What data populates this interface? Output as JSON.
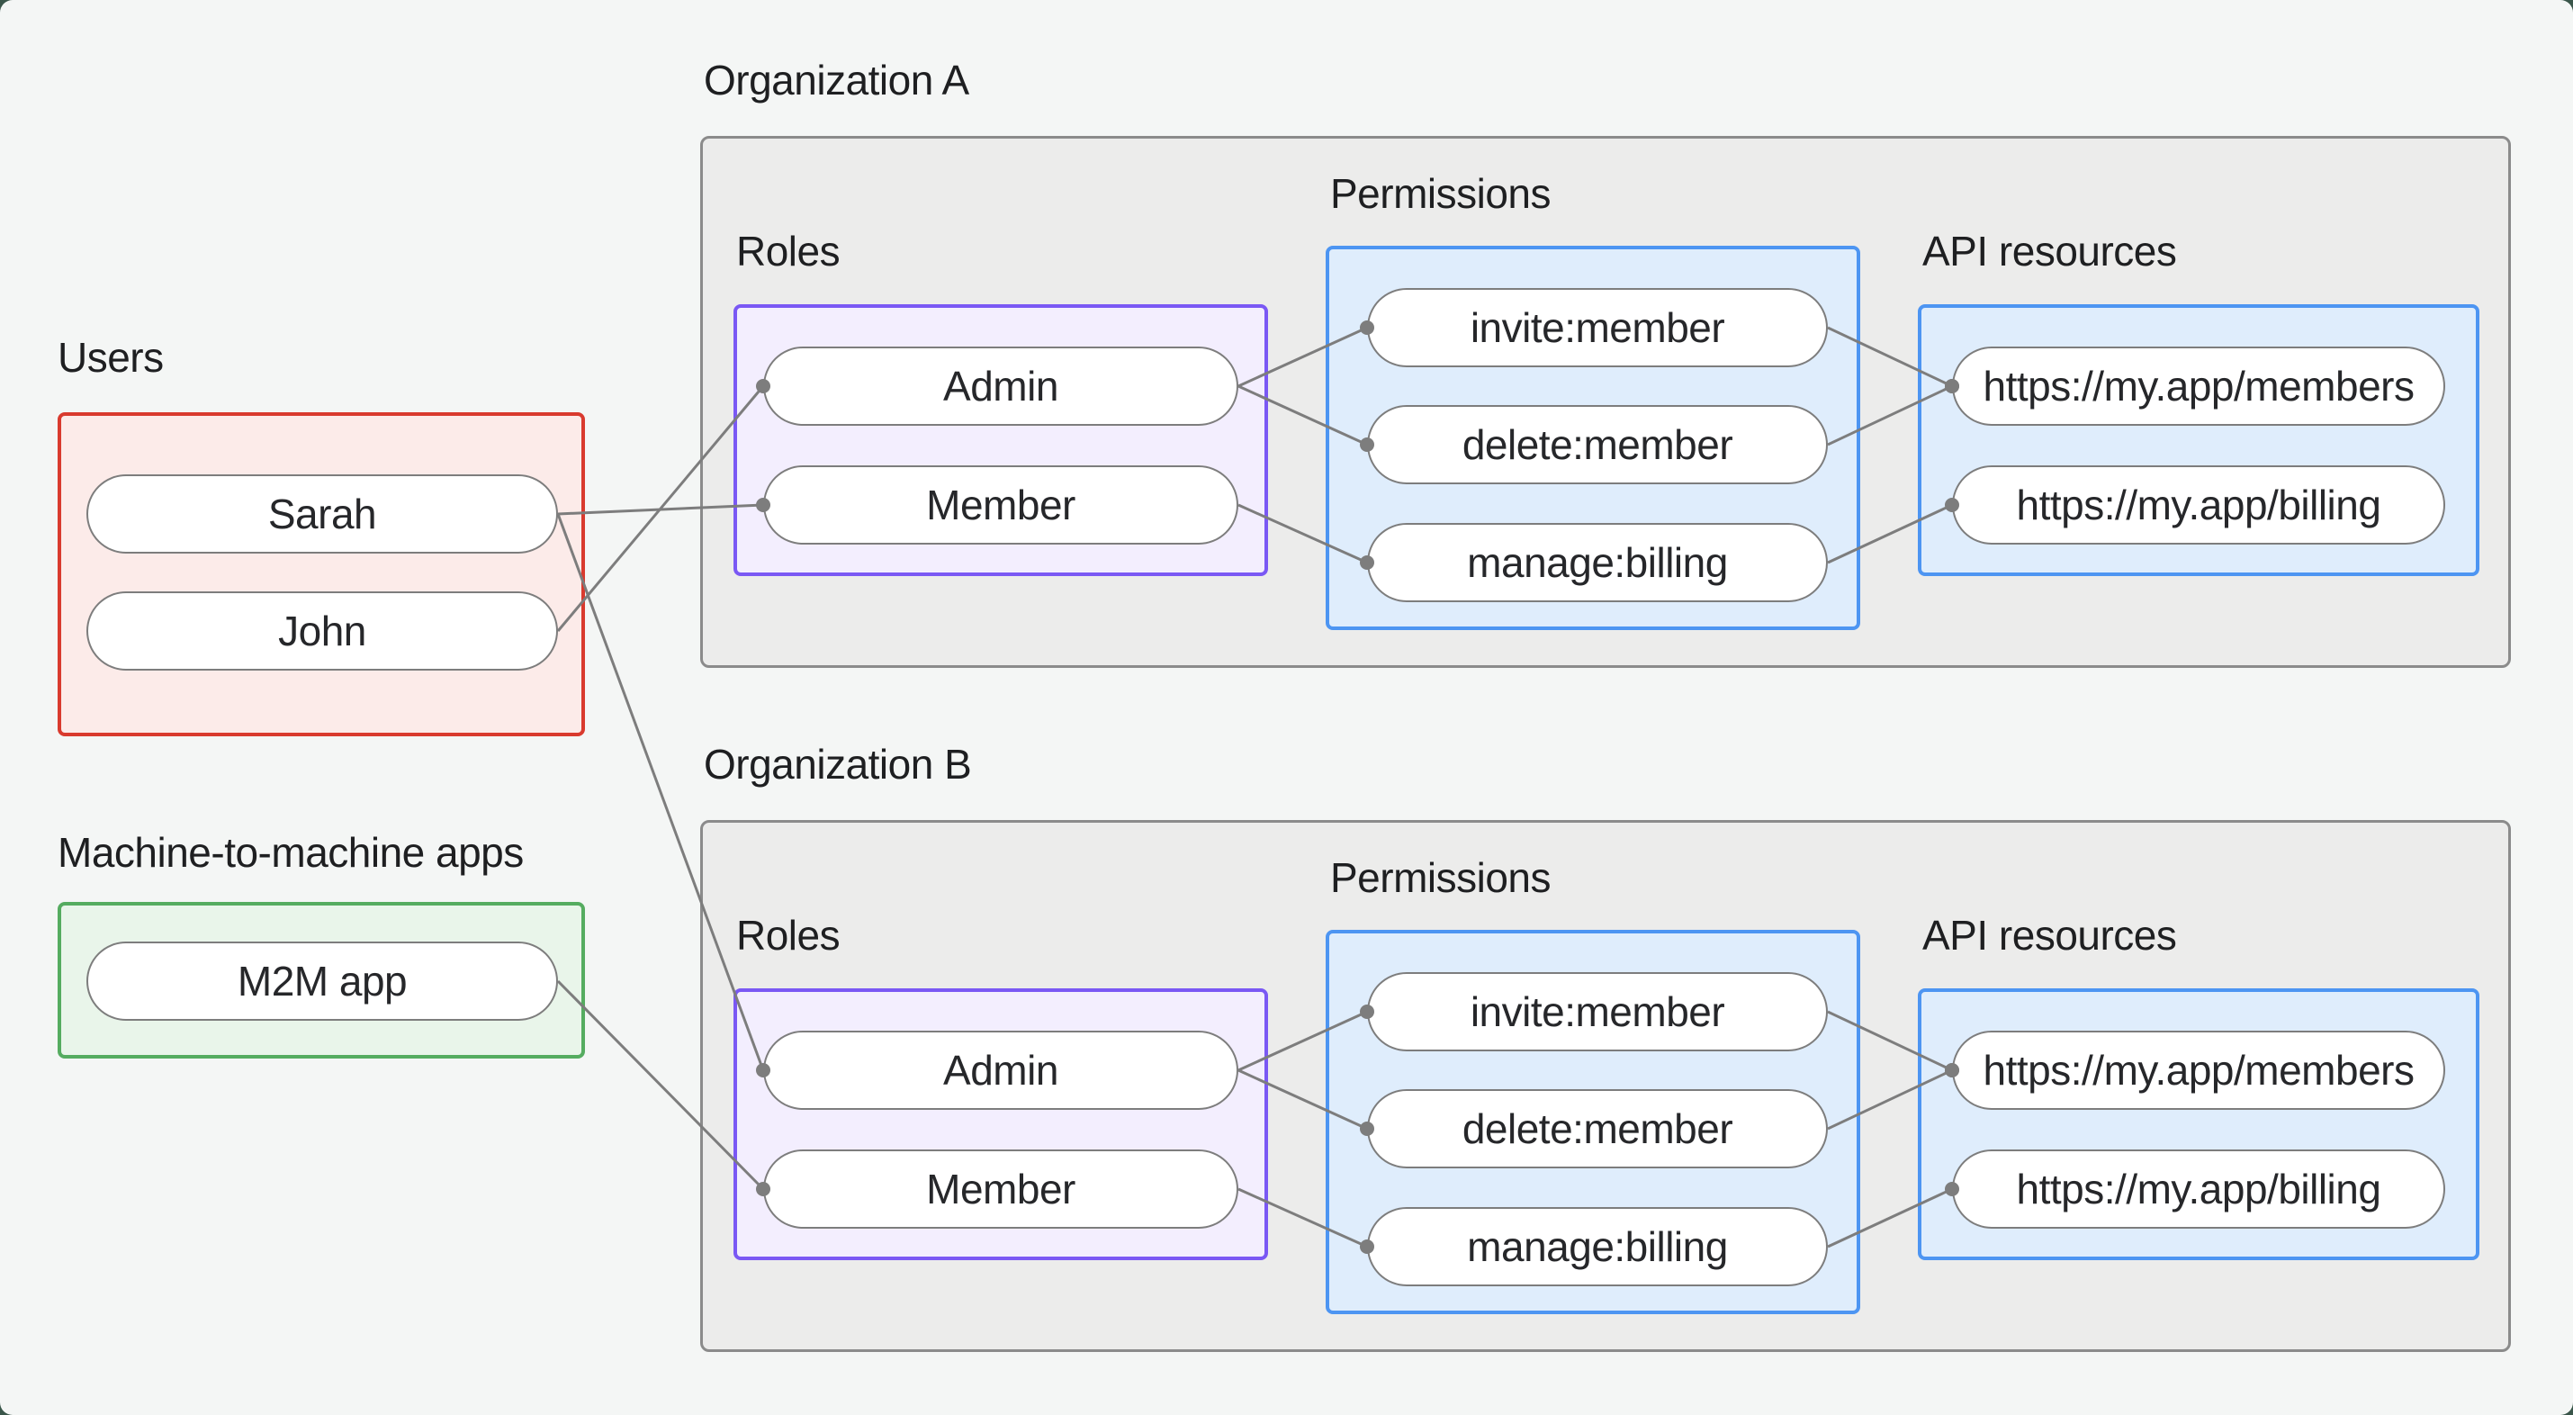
{
  "groups": {
    "users": {
      "label": "Users"
    },
    "m2m": {
      "label": "Machine-to-machine apps"
    },
    "org_a": {
      "label": "Organization A",
      "roles_label": "Roles",
      "permissions_label": "Permissions",
      "api_label": "API resources"
    },
    "org_b": {
      "label": "Organization B",
      "roles_label": "Roles",
      "permissions_label": "Permissions",
      "api_label": "API resources"
    }
  },
  "nodes": {
    "sarah": "Sarah",
    "john": "John",
    "m2m_app": "M2M app",
    "admin_a": "Admin",
    "member_a": "Member",
    "invite_a": "invite:member",
    "delete_a": "delete:member",
    "manage_a": "manage:billing",
    "members_api_a": "https://my.app/members",
    "billing_api_a": "https://my.app/billing",
    "admin_b": "Admin",
    "member_b": "Member",
    "invite_b": "invite:member",
    "delete_b": "delete:member",
    "manage_b": "manage:billing",
    "members_api_b": "https://my.app/members",
    "billing_api_b": "https://my.app/billing"
  },
  "edges": [
    {
      "from": "sarah",
      "to": "member_a"
    },
    {
      "from": "john",
      "to": "admin_a"
    },
    {
      "from": "sarah",
      "to": "admin_b"
    },
    {
      "from": "m2m_app",
      "to": "member_b"
    },
    {
      "from": "admin_a",
      "to": "invite_a"
    },
    {
      "from": "admin_a",
      "to": "delete_a"
    },
    {
      "from": "member_a",
      "to": "manage_a"
    },
    {
      "from": "invite_a",
      "to": "members_api_a"
    },
    {
      "from": "delete_a",
      "to": "members_api_a"
    },
    {
      "from": "manage_a",
      "to": "billing_api_a"
    },
    {
      "from": "admin_b",
      "to": "invite_b"
    },
    {
      "from": "admin_b",
      "to": "delete_b"
    },
    {
      "from": "member_b",
      "to": "manage_b"
    },
    {
      "from": "invite_b",
      "to": "members_api_b"
    },
    {
      "from": "delete_b",
      "to": "members_api_b"
    },
    {
      "from": "manage_b",
      "to": "billing_api_b"
    }
  ],
  "colors": {
    "canvas_background": "#f4f6f5",
    "frame_background": "#3a564a",
    "organization_fill": "#ececeb",
    "organization_border": "#8b8b8b",
    "users_border": "#d93a2e",
    "users_fill": "#fcebe9",
    "m2m_border": "#55ac60",
    "m2m_fill": "#e9f5ea",
    "roles_border": "#7a58f4",
    "roles_fill": "#f3eefe",
    "permissions_border": "#4d95f2",
    "permissions_fill": "#dfedfc",
    "connector": "#7d7d7d",
    "node_border": "#7d7d7d",
    "node_fill": "#ffffff",
    "text": "#1e1f21"
  },
  "connector_style": {
    "line_width": 3,
    "dot_radius": 8
  }
}
